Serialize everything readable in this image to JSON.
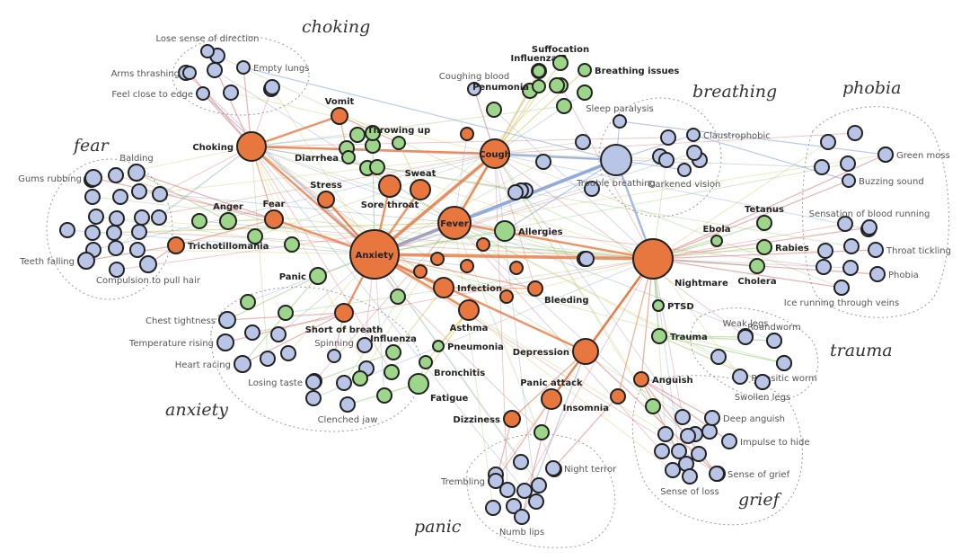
{
  "colors": {
    "symptom": "#b9c5e6",
    "disease": "#9dd68a",
    "core": "#e8773f",
    "edge_red": "#e07b7b",
    "edge_orange": "#e8773f",
    "edge_blue": "#8fa8d8",
    "edge_green": "#9ccf7e",
    "edge_yellow": "#d8c96a"
  },
  "clusters": [
    {
      "id": "choking",
      "title": "choking"
    },
    {
      "id": "breathing",
      "title": "breathing"
    },
    {
      "id": "phobia",
      "title": "phobia"
    },
    {
      "id": "fear",
      "title": "fear"
    },
    {
      "id": "anxiety",
      "title": "anxiety"
    },
    {
      "id": "trauma",
      "title": "trauma"
    },
    {
      "id": "grief",
      "title": "grief"
    },
    {
      "id": "panic",
      "title": "panic"
    }
  ],
  "nodes": [
    {
      "id": "choking",
      "label": "Choking",
      "kind": "core"
    },
    {
      "id": "vomit",
      "label": "Vomit",
      "kind": "core"
    },
    {
      "id": "throwingup",
      "label": "Throwing up",
      "kind": "disease"
    },
    {
      "id": "diarrhea",
      "label": "Diarrhea",
      "kind": "disease"
    },
    {
      "id": "stress",
      "label": "Stress",
      "kind": "core"
    },
    {
      "id": "sorethroat",
      "label": "Sore throat",
      "kind": "core"
    },
    {
      "id": "sweat",
      "label": "Sweat",
      "kind": "core"
    },
    {
      "id": "cough",
      "label": "Cough",
      "kind": "core"
    },
    {
      "id": "fever",
      "label": "Fever",
      "kind": "core"
    },
    {
      "id": "anxiety",
      "label": "Anxiety",
      "kind": "core"
    },
    {
      "id": "nightmare",
      "label": "Nightmare",
      "kind": "core"
    },
    {
      "id": "fear",
      "label": "Fear",
      "kind": "core"
    },
    {
      "id": "anger",
      "label": "Anger",
      "kind": "disease"
    },
    {
      "id": "tricho",
      "label": "Trichotillomania",
      "kind": "core"
    },
    {
      "id": "panic",
      "label": "Panic",
      "kind": "disease"
    },
    {
      "id": "allergies",
      "label": "Allergies",
      "kind": "disease"
    },
    {
      "id": "infection",
      "label": "Infection",
      "kind": "core"
    },
    {
      "id": "bleeding",
      "label": "Bleeding",
      "kind": "core"
    },
    {
      "id": "asthma",
      "label": "Asthma",
      "kind": "core"
    },
    {
      "id": "shortbreath",
      "label": "Short of breath",
      "kind": "core"
    },
    {
      "id": "influenza",
      "label": "Influenza",
      "kind": "disease"
    },
    {
      "id": "pneumonia",
      "label": "Pneumonia",
      "kind": "disease"
    },
    {
      "id": "bronchitis",
      "label": "Bronchitis",
      "kind": "disease"
    },
    {
      "id": "fatigue",
      "label": "Fatigue",
      "kind": "disease"
    },
    {
      "id": "depression",
      "label": "Depression",
      "kind": "core"
    },
    {
      "id": "panicattack",
      "label": "Panic attack",
      "kind": "core"
    },
    {
      "id": "dizziness",
      "label": "Dizziness",
      "kind": "core"
    },
    {
      "id": "insomnia",
      "label": "Insomnia",
      "kind": "core"
    },
    {
      "id": "anguish",
      "label": "Anguish",
      "kind": "core"
    },
    {
      "id": "ptsd",
      "label": "PTSD",
      "kind": "disease"
    },
    {
      "id": "trauma_n",
      "label": "Trauma",
      "kind": "disease"
    },
    {
      "id": "ebola",
      "label": "Ebola",
      "kind": "disease"
    },
    {
      "id": "tetanus",
      "label": "Tetanus",
      "kind": "disease"
    },
    {
      "id": "rabies",
      "label": "Rabies",
      "kind": "disease"
    },
    {
      "id": "cholera",
      "label": "Cholera",
      "kind": "disease"
    },
    {
      "id": "troublebreathing",
      "label": "Trouble breathing",
      "kind": "symptom"
    },
    {
      "id": "coughingblood",
      "label": "Coughing blood",
      "kind": "symptom"
    },
    {
      "id": "influenzab",
      "label": "Influenza B",
      "kind": "disease"
    },
    {
      "id": "suffocation",
      "label": "Suffocation",
      "kind": "disease"
    },
    {
      "id": "breathingissues",
      "label": "Breathing issues",
      "kind": "disease"
    },
    {
      "id": "penumonia",
      "label": "Penumonia",
      "kind": "disease"
    },
    {
      "id": "losesense",
      "label": "Lose sense of direction",
      "kind": "symptom"
    },
    {
      "id": "armsthrashing",
      "label": "Arms thrashing",
      "kind": "symptom"
    },
    {
      "id": "emptylungs",
      "label": "Empty lungs",
      "kind": "symptom"
    },
    {
      "id": "feelclose",
      "label": "Feel close to edge",
      "kind": "symptom"
    },
    {
      "id": "sleepparalysis",
      "label": "Sleep paralysis",
      "kind": "symptom"
    },
    {
      "id": "claustrophobic",
      "label": "Claustrophobic",
      "kind": "symptom"
    },
    {
      "id": "darkenedvision",
      "label": "Darkened vision",
      "kind": "symptom"
    },
    {
      "id": "greenmoss",
      "label": "Green moss",
      "kind": "symptom"
    },
    {
      "id": "buzzing",
      "label": "Buzzing sound",
      "kind": "symptom"
    },
    {
      "id": "sensationblood",
      "label": "Sensation of blood running",
      "kind": "symptom"
    },
    {
      "id": "throattickling",
      "label": "Throat tickling",
      "kind": "symptom"
    },
    {
      "id": "phobia_n",
      "label": "Phobia",
      "kind": "symptom"
    },
    {
      "id": "icerunning",
      "label": "Ice running through veins",
      "kind": "symptom"
    },
    {
      "id": "balding",
      "label": "Balding",
      "kind": "symptom"
    },
    {
      "id": "gumsrubbing",
      "label": "Gums rubbing",
      "kind": "symptom"
    },
    {
      "id": "teethfalling",
      "label": "Teeth falling",
      "kind": "symptom"
    },
    {
      "id": "compulsion",
      "label": "Compulsion to pull hair",
      "kind": "symptom"
    },
    {
      "id": "chesttightness",
      "label": "Chest tightness",
      "kind": "symptom"
    },
    {
      "id": "temprising",
      "label": "Temperature rising",
      "kind": "symptom"
    },
    {
      "id": "heartracing",
      "label": "Heart racing",
      "kind": "symptom"
    },
    {
      "id": "spinning",
      "label": "Spinning",
      "kind": "symptom"
    },
    {
      "id": "losingtaste",
      "label": "Losing taste",
      "kind": "symptom"
    },
    {
      "id": "clenchedjaw",
      "label": "Clenched jaw",
      "kind": "symptom"
    },
    {
      "id": "weaklegs",
      "label": "Weak legs",
      "kind": "symptom"
    },
    {
      "id": "roundworm",
      "label": "Roundworm",
      "kind": "symptom"
    },
    {
      "id": "parasiticworm",
      "label": "Parasitic worm",
      "kind": "symptom"
    },
    {
      "id": "swollenlegs",
      "label": "Swollen legs",
      "kind": "symptom"
    },
    {
      "id": "deepanguish",
      "label": "Deep anguish",
      "kind": "symptom"
    },
    {
      "id": "impulsehide",
      "label": "Impulse to hide",
      "kind": "symptom"
    },
    {
      "id": "senseofgrief",
      "label": "Sense of grief",
      "kind": "symptom"
    },
    {
      "id": "senseofloss",
      "label": "Sense of loss",
      "kind": "symptom"
    },
    {
      "id": "nightterror",
      "label": "Night terror",
      "kind": "symptom"
    },
    {
      "id": "trembling",
      "label": "Trembling",
      "kind": "symptom"
    },
    {
      "id": "numblips",
      "label": "Numb lips",
      "kind": "symptom"
    }
  ],
  "edges": [
    [
      "anxiety",
      "fever",
      "edge_orange",
      3
    ],
    [
      "anxiety",
      "cough",
      "edge_orange",
      3
    ],
    [
      "anxiety",
      "nightmare",
      "edge_orange",
      3
    ],
    [
      "anxiety",
      "sweat",
      "edge_orange",
      2
    ],
    [
      "anxiety",
      "sorethroat",
      "edge_orange",
      2
    ],
    [
      "anxiety",
      "choking",
      "edge_orange",
      2
    ],
    [
      "anxiety",
      "fear",
      "edge_orange",
      2
    ],
    [
      "anxiety",
      "stress",
      "edge_orange",
      2
    ],
    [
      "anxiety",
      "infection",
      "edge_orange",
      2
    ],
    [
      "anxiety",
      "asthma",
      "edge_orange",
      2
    ],
    [
      "anxiety",
      "shortbreath",
      "edge_orange",
      2
    ],
    [
      "anxiety",
      "depression",
      "edge_orange",
      2
    ],
    [
      "anxiety",
      "troublebreathing",
      "edge_blue",
      3
    ],
    [
      "fever",
      "cough",
      "edge_orange",
      2
    ],
    [
      "fever",
      "nightmare",
      "edge_orange",
      2
    ],
    [
      "fever",
      "troublebreathing",
      "edge_blue",
      3
    ],
    [
      "cough",
      "troublebreathing",
      "edge_blue",
      2
    ],
    [
      "choking",
      "vomit",
      "edge_orange",
      2
    ],
    [
      "choking",
      "cough",
      "edge_orange",
      2
    ],
    [
      "choking",
      "fear",
      "edge_orange",
      1
    ],
    [
      "nightmare",
      "depression",
      "edge_orange",
      2
    ],
    [
      "nightmare",
      "troublebreathing",
      "edge_blue",
      2
    ],
    [
      "nightmare",
      "panicattack",
      "edge_orange",
      2
    ],
    [
      "nightmare",
      "insomnia",
      "edge_orange",
      1
    ],
    [
      "nightmare",
      "anguish",
      "edge_orange",
      1
    ],
    [
      "depression",
      "panicattack",
      "edge_orange",
      1
    ],
    [
      "depression",
      "dizziness",
      "edge_orange",
      1
    ],
    [
      "fear",
      "tricho",
      "edge_orange",
      1
    ],
    [
      "fear",
      "anger",
      "edge_green",
      1
    ],
    [
      "anxiety",
      "panic",
      "edge_green",
      1
    ],
    [
      "anxiety",
      "allergies",
      "edge_green",
      1
    ],
    [
      "cough",
      "suffocation",
      "edge_yellow",
      1
    ],
    [
      "cough",
      "breathingissues",
      "edge_yellow",
      1
    ],
    [
      "cough",
      "influenzab",
      "edge_yellow",
      1
    ],
    [
      "cough",
      "coughingblood",
      "edge_red",
      1
    ],
    [
      "troublebreathing",
      "sleepparalysis",
      "edge_blue",
      1
    ],
    [
      "troublebreathing",
      "claustrophobic",
      "edge_blue",
      1
    ],
    [
      "troublebreathing",
      "darkenedvision",
      "edge_blue",
      1
    ],
    [
      "nightmare",
      "tetanus",
      "edge_green",
      1
    ],
    [
      "nightmare",
      "rabies",
      "edge_green",
      1
    ],
    [
      "nightmare",
      "cholera",
      "edge_green",
      1
    ],
    [
      "nightmare",
      "ebola",
      "edge_green",
      1
    ],
    [
      "nightmare",
      "sensationblood",
      "edge_red",
      1
    ],
    [
      "nightmare",
      "throattickling",
      "edge_red",
      1
    ],
    [
      "nightmare",
      "phobia_n",
      "edge_red",
      1
    ],
    [
      "nightmare",
      "icerunning",
      "edge_red",
      1
    ],
    [
      "nightmare",
      "greenmoss",
      "edge_red",
      1
    ],
    [
      "nightmare",
      "buzzing",
      "edge_red",
      1
    ],
    [
      "nightmare",
      "ptsd",
      "edge_green",
      1
    ],
    [
      "nightmare",
      "trauma_n",
      "edge_green",
      1
    ],
    [
      "trauma_n",
      "weaklegs",
      "edge_green",
      1
    ],
    [
      "trauma_n",
      "roundworm",
      "edge_green",
      1
    ],
    [
      "trauma_n",
      "parasiticworm",
      "edge_green",
      1
    ],
    [
      "trauma_n",
      "swollenlegs",
      "edge_green",
      1
    ],
    [
      "anguish",
      "deepanguish",
      "edge_red",
      1
    ],
    [
      "anguish",
      "impulsehide",
      "edge_red",
      1
    ],
    [
      "anguish",
      "senseofgrief",
      "edge_red",
      1
    ],
    [
      "anguish",
      "senseofloss",
      "edge_red",
      1
    ],
    [
      "insomnia",
      "nightterror",
      "edge_red",
      1
    ],
    [
      "panicattack",
      "trembling",
      "edge_red",
      1
    ],
    [
      "panicattack",
      "numblips",
      "edge_red",
      1
    ],
    [
      "dizziness",
      "trembling",
      "edge_red",
      1
    ],
    [
      "shortbreath",
      "chesttightness",
      "edge_red",
      1
    ],
    [
      "shortbreath",
      "temprising",
      "edge_red",
      1
    ],
    [
      "shortbreath",
      "heartracing",
      "edge_red",
      1
    ],
    [
      "shortbreath",
      "spinning",
      "edge_red",
      1
    ],
    [
      "panic",
      "chesttightness",
      "edge_green",
      1
    ],
    [
      "panic",
      "heartracing",
      "edge_green",
      1
    ],
    [
      "influenza",
      "losingtaste",
      "edge_green",
      1
    ],
    [
      "fatigue",
      "clenchedjaw",
      "edge_green",
      1
    ],
    [
      "asthma",
      "pneumonia",
      "edge_yellow",
      1
    ],
    [
      "asthma",
      "bronchitis",
      "edge_yellow",
      1
    ],
    [
      "asthma",
      "fatigue",
      "edge_yellow",
      1
    ],
    [
      "infection",
      "influenza",
      "edge_yellow",
      1
    ],
    [
      "fear",
      "balding",
      "edge_red",
      1
    ],
    [
      "fear",
      "gumsrubbing",
      "edge_red",
      1
    ],
    [
      "tricho",
      "teethfalling",
      "edge_red",
      1
    ],
    [
      "tricho",
      "compulsion",
      "edge_red",
      1
    ],
    [
      "anger",
      "balding",
      "edge_green",
      1
    ],
    [
      "choking",
      "losesense",
      "edge_red",
      1
    ],
    [
      "choking",
      "armsthrashing",
      "edge_red",
      1
    ],
    [
      "choking",
      "emptylungs",
      "edge_red",
      1
    ],
    [
      "choking",
      "feelclose",
      "edge_red",
      1
    ],
    [
      "vomit",
      "diarrhea",
      "edge_orange",
      1
    ],
    [
      "vomit",
      "throwingup",
      "edge_orange",
      1
    ],
    [
      "sorethroat",
      "diarrhea",
      "edge_yellow",
      1
    ],
    [
      "sweat",
      "throwingup",
      "edge_yellow",
      1
    ],
    [
      "stress",
      "anxiety",
      "edge_orange",
      1
    ],
    [
      "allergies",
      "troublebreathing",
      "edge_blue",
      1
    ],
    [
      "bleeding",
      "anxiety",
      "edge_orange",
      1
    ],
    [
      "bleeding",
      "infection",
      "edge_orange",
      1
    ],
    [
      "cough",
      "penumonia",
      "edge_yellow",
      1
    ],
    [
      "greenmoss",
      "sleepparalysis",
      "edge_blue",
      1
    ],
    [
      "buzzing",
      "claustrophobic",
      "edge_blue",
      1
    ],
    [
      "emptylungs",
      "troublebreathing",
      "edge_blue",
      1
    ],
    [
      "feelclose",
      "anxiety",
      "edge_blue",
      1
    ],
    [
      "depression",
      "senseofgrief",
      "edge_red",
      1
    ],
    [
      "depression",
      "numblips",
      "edge_blue",
      1
    ]
  ]
}
